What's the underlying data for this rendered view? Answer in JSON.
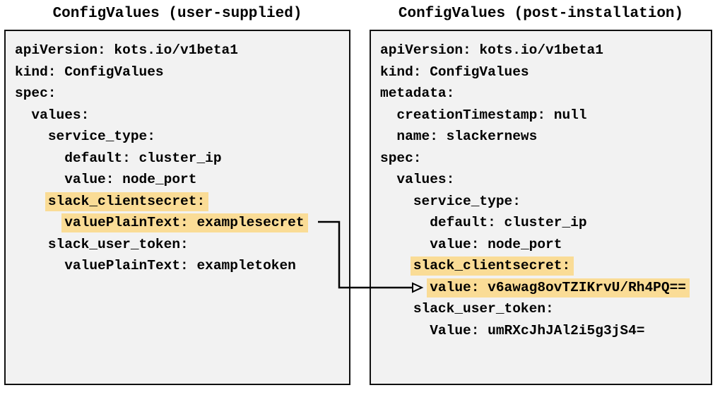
{
  "left_panel": {
    "title": "ConfigValues (user-supplied)",
    "lines": [
      {
        "text": "apiVersion: kots.io/v1beta1",
        "highlight": false
      },
      {
        "text": "kind: ConfigValues",
        "highlight": false
      },
      {
        "text": "spec:",
        "highlight": false
      },
      {
        "text": "  values:",
        "highlight": false
      },
      {
        "text": "    service_type:",
        "highlight": false
      },
      {
        "text": "      default: cluster_ip",
        "highlight": false
      },
      {
        "text": "      value: node_port",
        "highlight": false
      },
      {
        "text": "    slack_clientsecret:",
        "highlight": true
      },
      {
        "text": "      valuePlainText: examplesecret",
        "highlight": true
      },
      {
        "text": "    slack_user_token:",
        "highlight": false
      },
      {
        "text": "      valuePlainText: exampletoken",
        "highlight": false
      }
    ]
  },
  "right_panel": {
    "title": "ConfigValues (post-installation)",
    "lines": [
      {
        "text": "apiVersion: kots.io/v1beta1",
        "highlight": false
      },
      {
        "text": "kind: ConfigValues",
        "highlight": false
      },
      {
        "text": "metadata:",
        "highlight": false
      },
      {
        "text": "  creationTimestamp: null",
        "highlight": false
      },
      {
        "text": "  name: slackernews",
        "highlight": false
      },
      {
        "text": "spec:",
        "highlight": false
      },
      {
        "text": "  values:",
        "highlight": false
      },
      {
        "text": "    service_type:",
        "highlight": false
      },
      {
        "text": "      default: cluster_ip",
        "highlight": false
      },
      {
        "text": "      value: node_port",
        "highlight": false
      },
      {
        "text": "    slack_clientsecret:",
        "highlight": true
      },
      {
        "text": "      value: v6awag8ovTZIKrvU/Rh4PQ==",
        "highlight": true
      },
      {
        "text": "    slack_user_token:",
        "highlight": false
      },
      {
        "text": "      Value: umRXcJhJAl2i5g3jS4=",
        "highlight": false
      }
    ]
  },
  "annotation_arrow": {
    "from_line": "valuePlainText: examplesecret",
    "to_line": "value: v6awag8ovTZIKrvU/Rh4PQ=="
  },
  "colors": {
    "highlight": "#FADC96",
    "panel_background": "#F2F2F2",
    "panel_border": "#111111",
    "text": "#000000",
    "arrow": "#000000"
  }
}
